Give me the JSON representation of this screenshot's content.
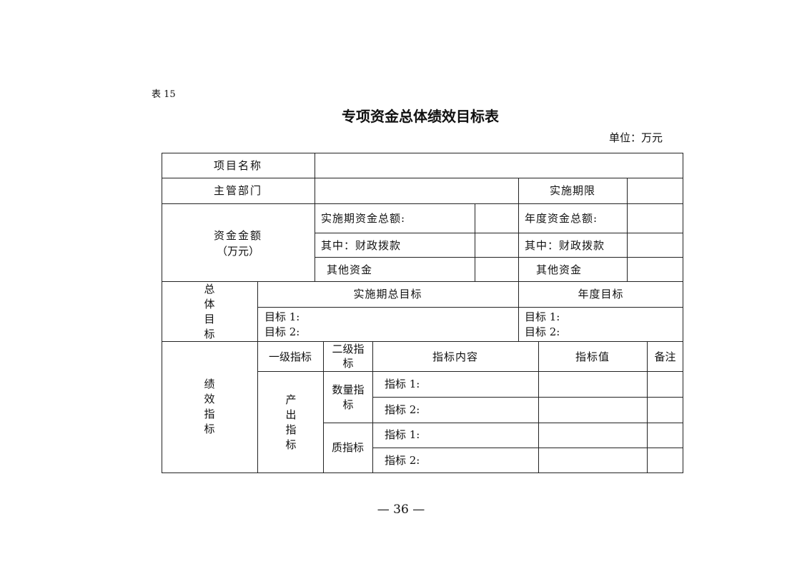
{
  "table_number": "表 15",
  "title": "专项资金总体绩效目标表",
  "unit": "单位：万元",
  "rows": {
    "project_name": "项目名称",
    "department": "主管部门",
    "period": "实施期限",
    "funds_label": "资金金额",
    "funds_unit": "（万元）",
    "period_total": "实施期资金总额:",
    "annual_total": "年度资金总额:",
    "fiscal_1": "其中：财政拨款",
    "fiscal_2": "其中：财政拨款",
    "other_1": "其他资金",
    "other_2": "其他资金",
    "overall_goal": "总体目标",
    "period_goal": "实施期总目标",
    "annual_goal": "年度目标",
    "goal1_left": "目标 1:",
    "goal2_left": "目标 2:",
    "goal1_right": "目标 1:",
    "goal2_right": "目标 2:",
    "performance": "绩效指标",
    "level1": "一级指标",
    "level2": "二级指标",
    "content": "指标内容",
    "value": "指标值",
    "remark": "备注",
    "output": "产出指标",
    "quantity": "数量指标",
    "quality": "质指标",
    "ind1_a": "指标 1:",
    "ind2_a": "指标 2:",
    "ind1_b": "指标 1:",
    "ind2_b": "指标 2:"
  },
  "page_number": "— 36 —"
}
